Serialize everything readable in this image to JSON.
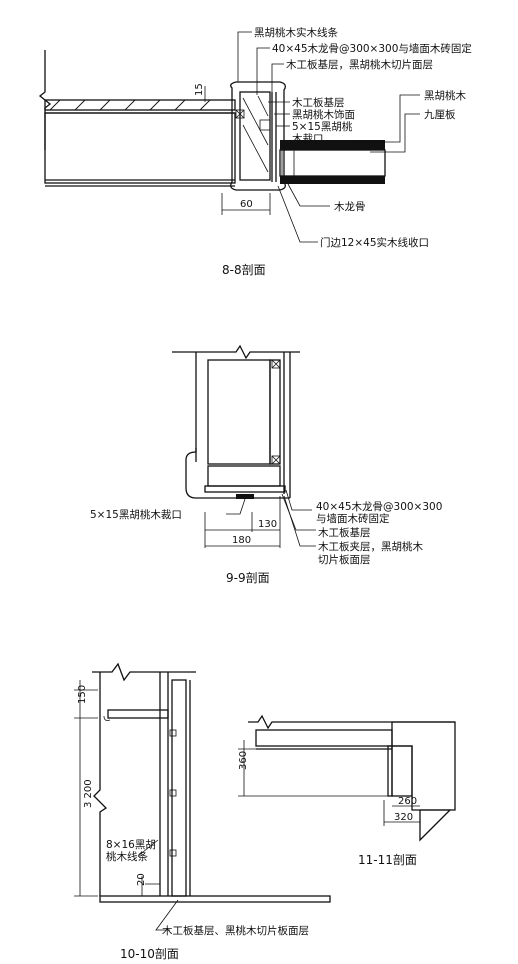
{
  "section_8_8": {
    "caption": "8-8剖面",
    "labels": {
      "walnut_solid_strip": "黑胡桃木实木线条",
      "keel": "40×45木龙骨@300×300与墙面木砖固定",
      "board_base_veneer": "木工板基层，黑胡桃木切片面层",
      "board_base": "木工板基层",
      "walnut_finish": "黑胡桃木饰面",
      "walnut_cut_1": "5×15黑胡桃",
      "walnut_cut_2": "木裁口",
      "walnut": "黑胡桃木",
      "nine_ply": "九厘板",
      "wood_keel": "木龙骨",
      "door_edge": "门边12×45实木线收口"
    },
    "dims": {
      "d15": "15",
      "d60": "60"
    }
  },
  "section_9_9": {
    "caption": "9-9剖面",
    "labels": {
      "cut": "5×15黑胡桃木裁口",
      "keel_1": "40×45木龙骨@300×300",
      "keel_2": "与墙面木砖固定",
      "board_base": "木工板基层",
      "ply_1": "木工板夹层，黑胡桃木",
      "ply_2": "切片板面层"
    },
    "dims": {
      "d130": "130",
      "d180": "180"
    }
  },
  "section_10_10": {
    "caption": "10-10剖面",
    "labels": {
      "strip_1": "8×16黑胡",
      "strip_2": "桃木线条",
      "base_veneer": "木工板基层、黑桃木切片板面层"
    },
    "dims": {
      "d150": "150",
      "d3200": "3 200",
      "d20": "20"
    }
  },
  "section_11_11": {
    "caption": "11-11剖面",
    "dims": {
      "d360": "360",
      "d260": "260",
      "d320": "320"
    }
  }
}
